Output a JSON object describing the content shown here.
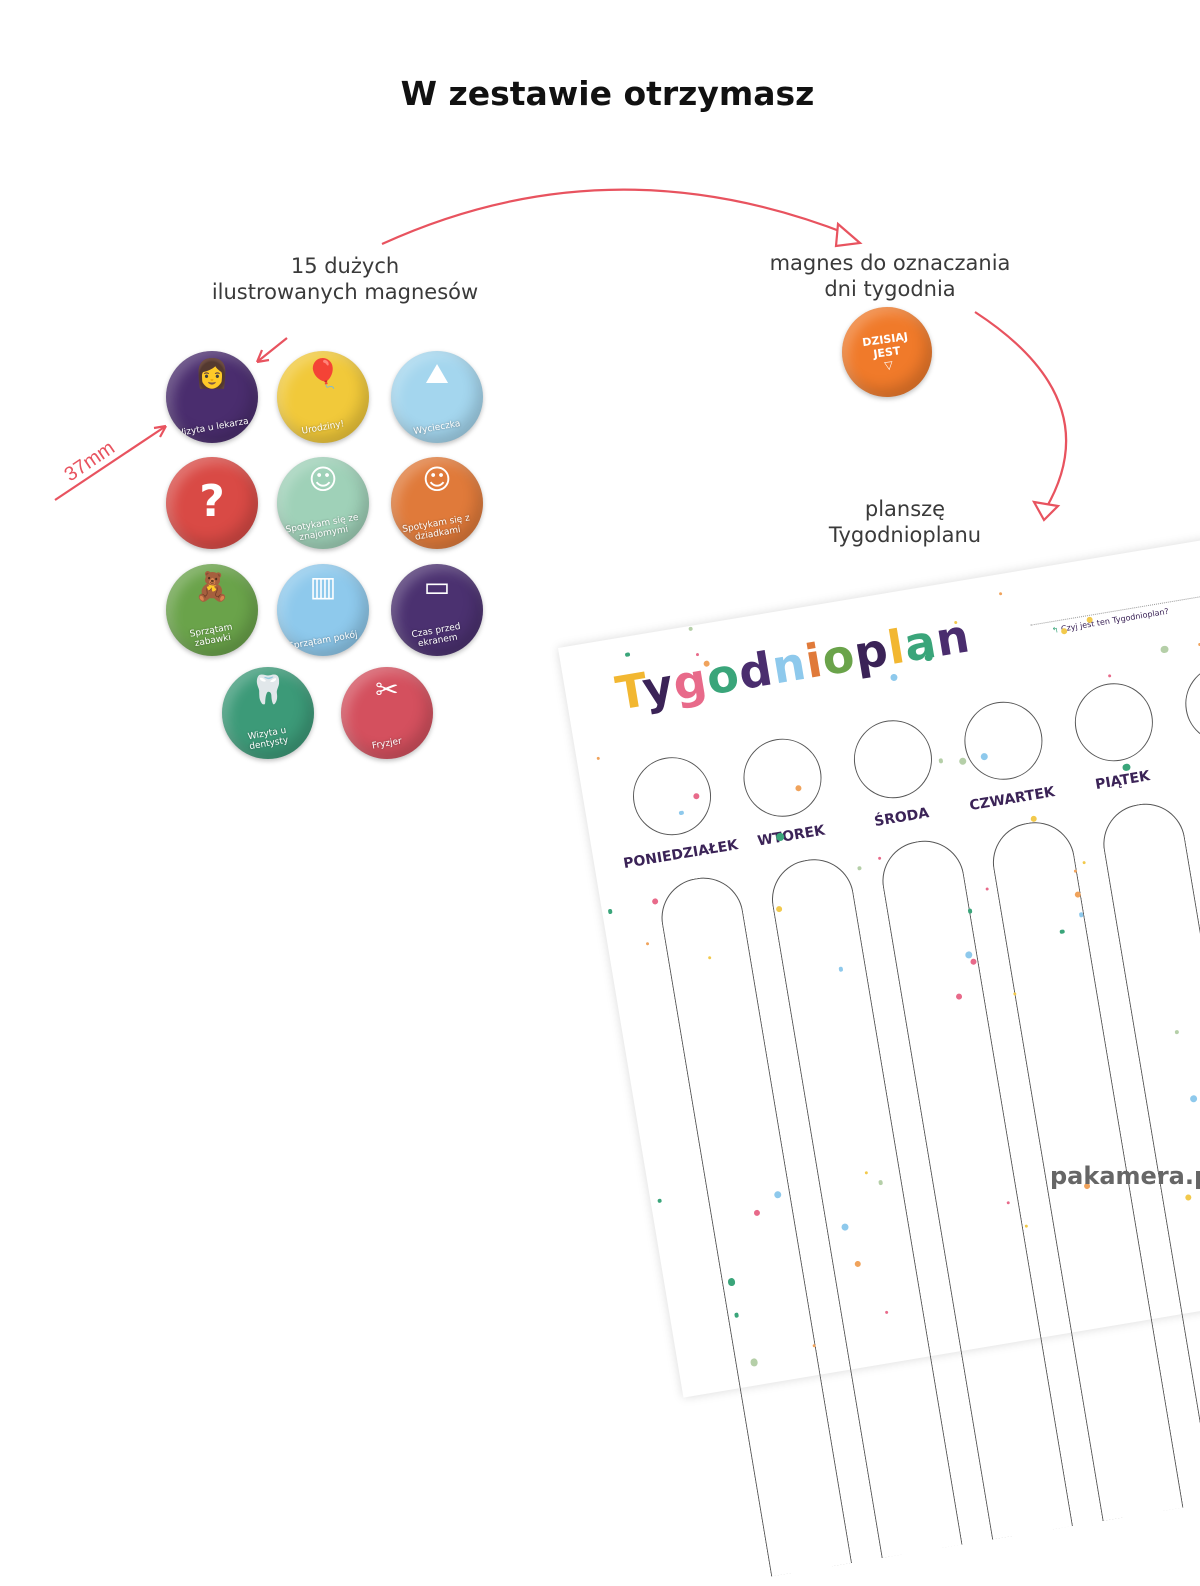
{
  "title": "W zestawie otrzymasz",
  "captions": {
    "magnets": [
      "15 dużych",
      "ilustrowanych magnesów"
    ],
    "day_magnet": [
      "magnes do oznaczania",
      "dni tygodnia"
    ],
    "board": [
      "planszę",
      "Tygodnioplanu"
    ]
  },
  "size_label": "37mm",
  "accent_color": "#e8535f",
  "magnets": [
    {
      "label": "Wizyta u lekarza",
      "color": "#4a2d6e",
      "icon": "doctor-icon"
    },
    {
      "label": "Urodziny!",
      "color": "#f1c93a",
      "icon": "balloons-icon"
    },
    {
      "label": "Wycieczka",
      "color": "#a4d6ee",
      "icon": "mountain-icon"
    },
    {
      "label": "",
      "color": "#d94a45",
      "icon": "mystery-gift-icon"
    },
    {
      "label": "Spotykam się ze znajomymi",
      "color": "#9fd1b8",
      "icon": "friends-icon"
    },
    {
      "label": "Spotykam się z dziadkami",
      "color": "#e07a3a",
      "icon": "grandparents-icon"
    },
    {
      "label": "Sprzątam zabawki",
      "color": "#6aa34a",
      "icon": "toys-icon"
    },
    {
      "label": "Sprzątam pokój",
      "color": "#8ec9ec",
      "icon": "room-icon"
    },
    {
      "label": "Czas przed ekranem",
      "color": "#4b3170",
      "icon": "tablet-icon"
    },
    {
      "label": "Wizyta u dentysty",
      "color": "#3c9a78",
      "icon": "tooth-icon"
    },
    {
      "label": "Fryzjer",
      "color": "#d4505e",
      "icon": "scissors-icon"
    }
  ],
  "day_magnet": {
    "line1": "DZISIAJ",
    "line2": "JEST",
    "color": "#f07a2a"
  },
  "board": {
    "title": "Tygodnioplan",
    "title_colors": [
      "#f2b731",
      "#3b2357",
      "#e86a8a",
      "#3aa57a",
      "#4a2d6e",
      "#8ec9ec",
      "#e07a3a",
      "#6aa34a",
      "#3b2357",
      "#f2b731",
      "#3aa57a",
      "#4a2d6e"
    ],
    "owner_prompt": "Czyj jest ten Tygodnioplan?",
    "days": [
      "PONIEDZIAŁEK",
      "WTOREK",
      "ŚRODA",
      "CZWARTEK",
      "PIĄTEK",
      ""
    ]
  },
  "watermark": "pakamera.pl"
}
